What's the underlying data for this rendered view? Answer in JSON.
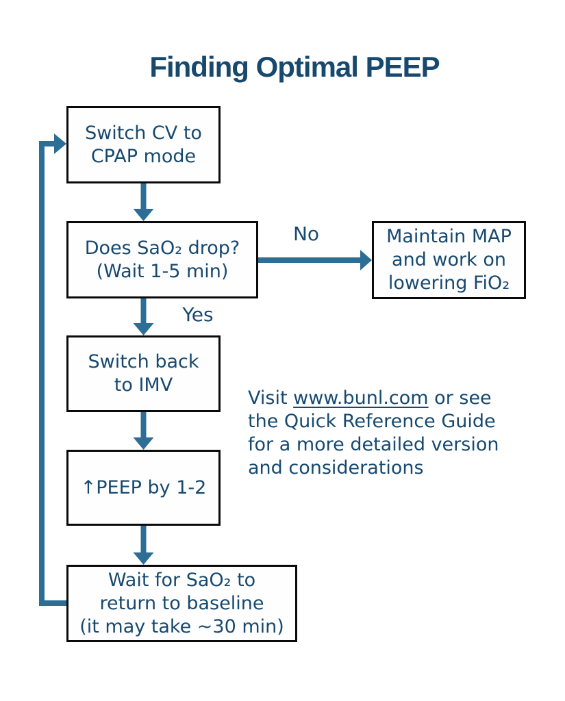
{
  "colors": {
    "text_navy": "#17496f",
    "arrow_blue": "#2d6e96",
    "box_border": "#0a0a0a",
    "background": "#ffffff"
  },
  "title": "Finding Optimal PEEP",
  "flowchart": {
    "boxes": [
      {
        "id": "switch-cv-to-cpap",
        "lines": [
          "Switch CV to",
          "CPAP mode"
        ]
      },
      {
        "id": "does-sao2-drop",
        "lines": [
          "Does SaO₂ drop?",
          "(Wait 1-5 min)"
        ]
      },
      {
        "id": "maintain-map",
        "lines": [
          "Maintain MAP",
          "and work on",
          "lowering FiO₂"
        ]
      },
      {
        "id": "switch-back-to-imv",
        "lines": [
          "Switch back",
          "to IMV"
        ]
      },
      {
        "id": "increase-peep",
        "lines": [
          "↑PEEP by 1-2"
        ]
      },
      {
        "id": "wait-sao2-baseline",
        "lines": [
          "Wait for SaO₂ to",
          "return to baseline",
          "(it may take ~30 min)"
        ]
      }
    ],
    "edge_labels": {
      "no": "No",
      "yes": "Yes"
    }
  },
  "note": {
    "prefix": "Visit ",
    "link": "www.bunl.com",
    "suffix": " or see the Quick Reference Guide for a more detailed version and considerations"
  }
}
